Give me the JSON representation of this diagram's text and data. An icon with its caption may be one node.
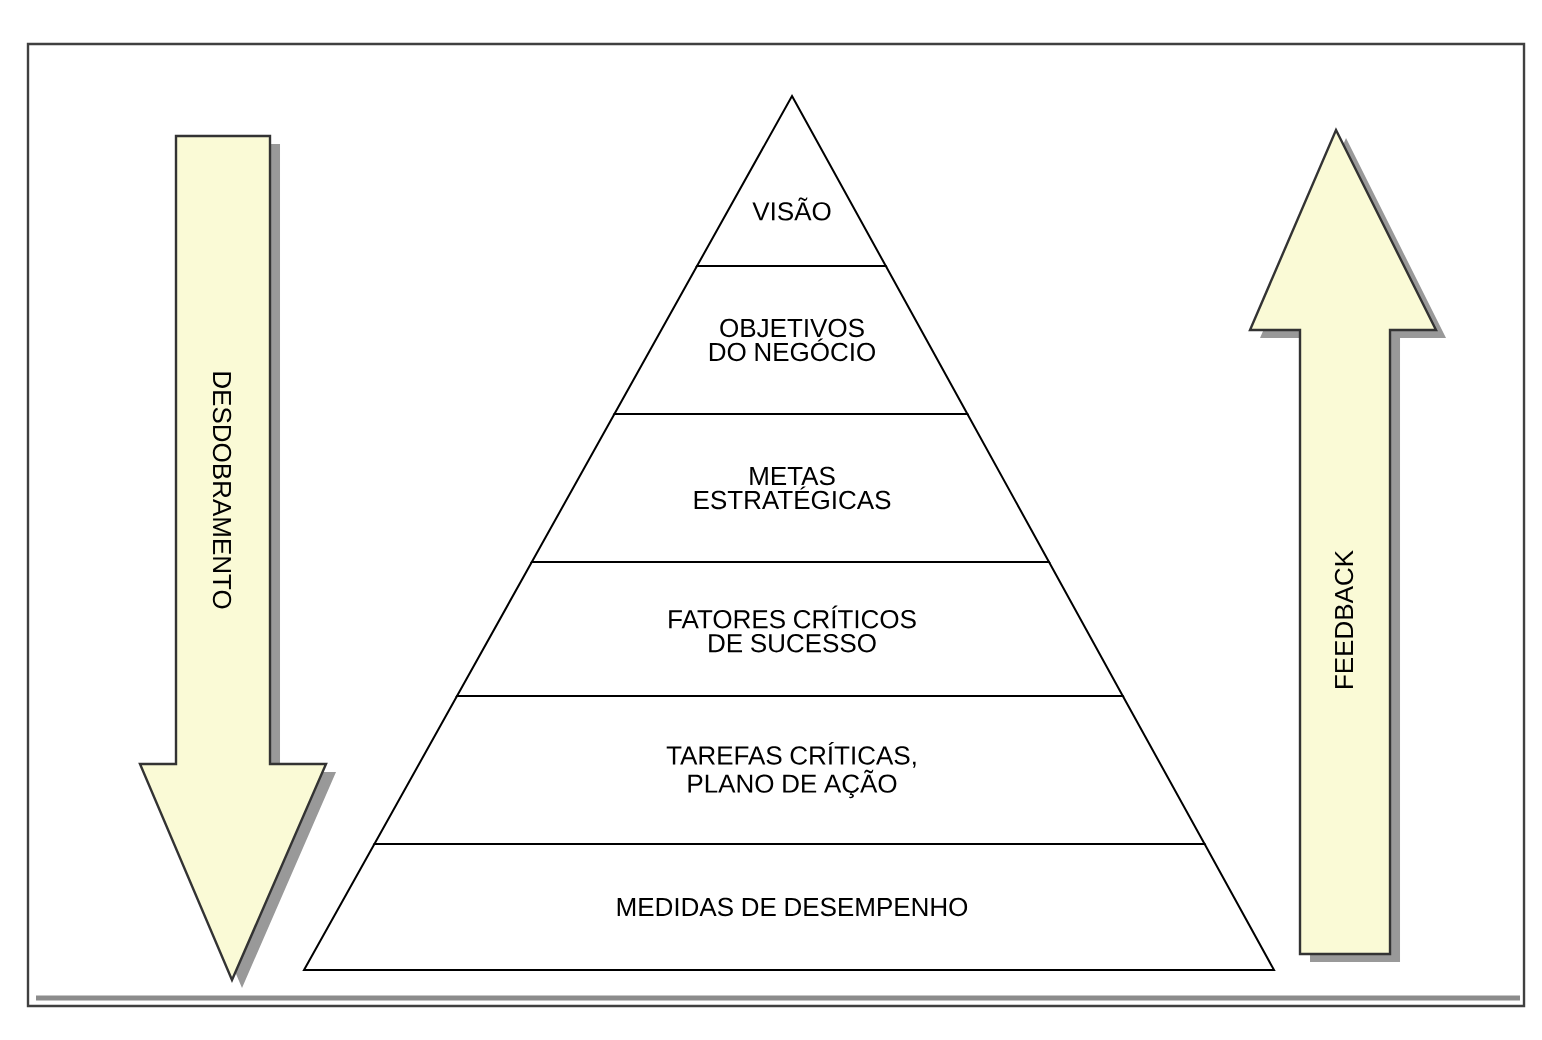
{
  "diagram": {
    "nodes": [
      {
        "text": [
          "VISÃO"
        ]
      },
      {
        "text": [
          "OBJETIVOS DO NEGÓCIO"
        ]
      },
      {
        "text": [
          "METAS ESTRATÉGICAS"
        ]
      },
      {
        "text": [
          "FATORES CRÍTICOS DE SUCESSO"
        ]
      },
      {
        "text": [
          "TAREFAS CRÍTICAS, PLANO DE AÇÃO"
        ]
      },
      {
        "text": [
          "MEDIDAS DE DESEMPENHO"
        ]
      },
      {
        "text": [
          "DESDOBRAMENTO"
        ]
      },
      {
        "text": [
          "FEEDBACK"
        ]
      }
    ]
  }
}
